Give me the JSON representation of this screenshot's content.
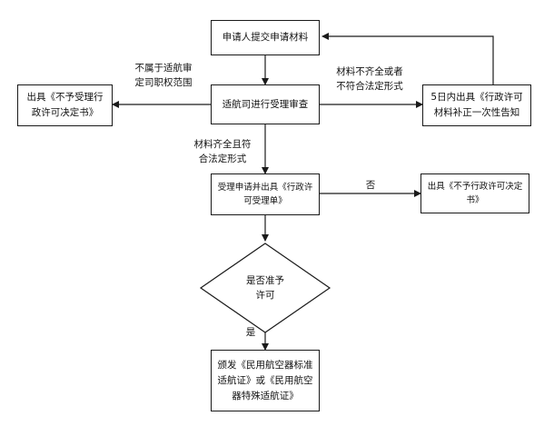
{
  "nodes": {
    "submit": "申请人提交申请材料",
    "review": "适航司进行受理审查",
    "reject_scope": "出具《不予受理行\n政许可决定书》",
    "supplement": "5日内出具《行政许可\n材料补正一次性告知",
    "accept": "受理申请并出具《行政许\n可受理单》",
    "deny": "出具《不予行政许可决定\n书》",
    "decision": "是否准予\n许可",
    "issue": "颁发《民用航空器标准\n适航证》或《民用航空\n器特殊适航证》"
  },
  "edges": {
    "out_of_scope": "不属于适航审\n定司职权范围",
    "incomplete": "材料不齐全或者\n不符合法定形式",
    "complete": "材料齐全且符\n合法定形式",
    "no": "否",
    "yes": "是"
  },
  "colors": {
    "line": "#1a1a1a",
    "text": "#111111",
    "background": "#ffffff"
  }
}
